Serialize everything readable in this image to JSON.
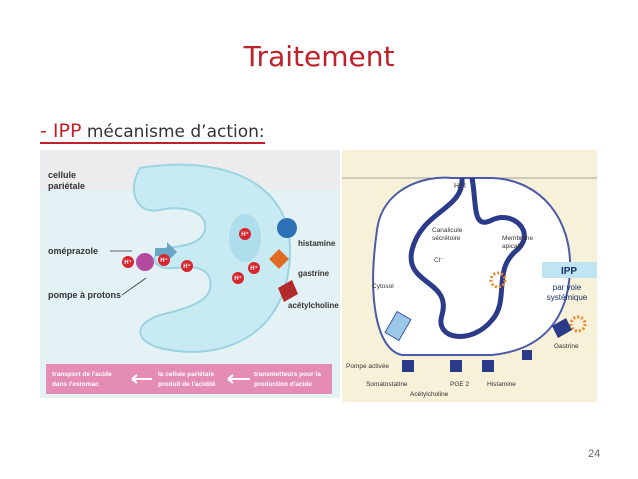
{
  "slide": {
    "title": "Traitement",
    "subtitle_dash": "- IPP",
    "subtitle_rest": " mécanisme d’action:",
    "page_number": "24"
  },
  "left_figure": {
    "label_cell": "cellule",
    "label_cell2": "pariétale",
    "label_omeprazole": "oméprazole",
    "label_pump": "pompe à protons",
    "label_histamine": "histamine",
    "label_gastrine": "gastrine",
    "label_acetylcholine": "acétylcholine",
    "ion": "H⁺",
    "bar_1a": "transport de l'acide",
    "bar_1b": "dans l'estomac",
    "bar_2a": "la cellule pariétale",
    "bar_2b": "produit de l'acidité",
    "bar_3a": "transmetteurs pour la",
    "bar_3b": "production d'acide"
  },
  "right_figure": {
    "hcl": "HCl",
    "canalicule1": "Canalicule",
    "canalicule2": "sécrétoire",
    "membrane1": "Membrane",
    "membrane2": "apicale",
    "cl": "Cl⁻",
    "cytosol": "Cytosol",
    "ipp_label": "IPP",
    "ipp_sub1": "par voie",
    "ipp_sub2": "systémique",
    "pompe": "Pompe activée",
    "gastrine": "Gastrine",
    "somatostatine": "Somatostatine",
    "pge2": "PGE 2",
    "histamine": "Histamine",
    "acetylcholine": "Acétylcholine"
  }
}
